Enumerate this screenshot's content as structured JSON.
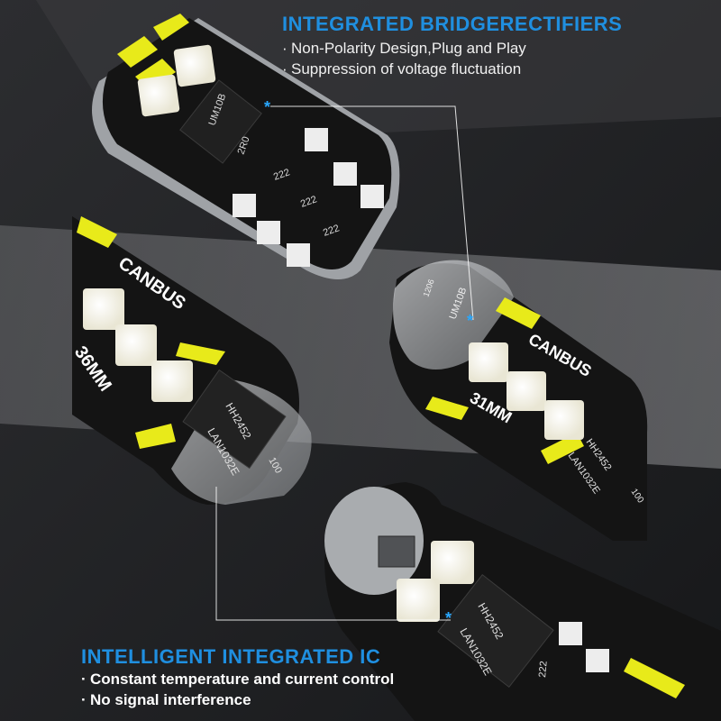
{
  "colors": {
    "background": "#1e1f21",
    "accent": "#1f8fe0",
    "stripe": "#e8ea1a",
    "led": "#f4f2e6",
    "pcb": "#151515"
  },
  "top_feature": {
    "heading": "INTEGRATED BRIDGERECTIFIERS",
    "bullets": [
      "Non-Polarity Design,Plug and Play",
      "Suppression of voltage fluctuation"
    ]
  },
  "bottom_feature": {
    "heading": "INTELLIGENT INTEGRATED IC",
    "bullets": [
      "Constant temperature and current control",
      "No signal interference"
    ]
  },
  "bulb_top": {
    "chip_labels": [
      "UM10B",
      "2R0",
      "222",
      "222",
      "222"
    ]
  },
  "bulb_left": {
    "chip_labels": [
      "CANBUS",
      "36MM",
      "HH2452",
      "LAN1032E",
      "100"
    ]
  },
  "bulb_right": {
    "chip_labels": [
      "UM10B",
      "1206",
      "CANBUS",
      "31MM",
      "HH2452",
      "LAN1032E",
      "100"
    ]
  },
  "bulb_bottom": {
    "chip_labels": [
      "HH2452",
      "LAN1032E",
      "222"
    ]
  }
}
